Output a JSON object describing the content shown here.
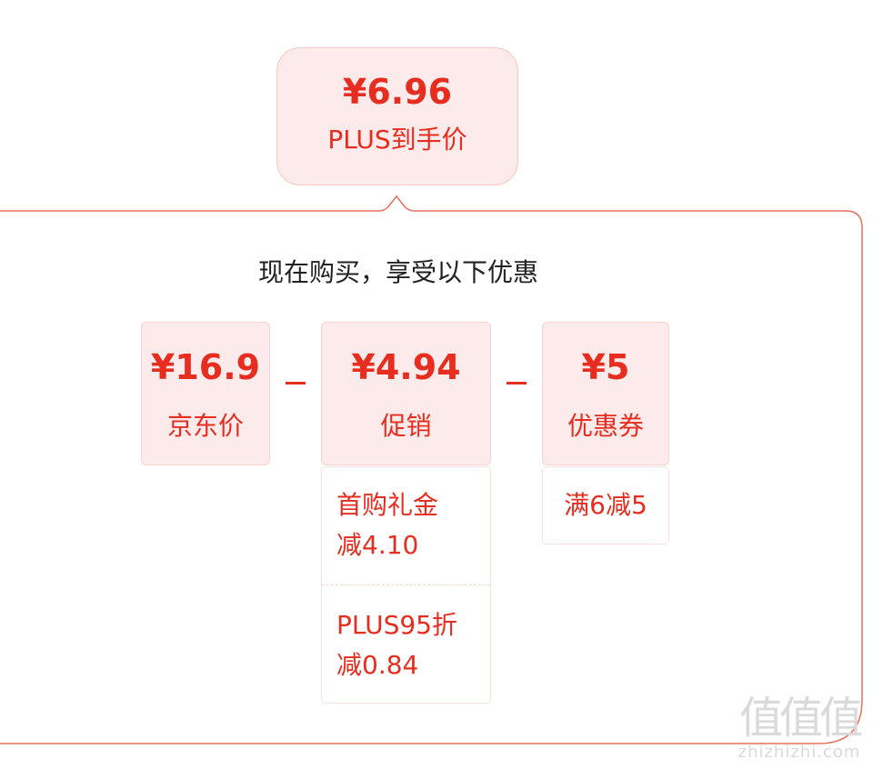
{
  "final": {
    "value": "¥6.96",
    "label": "PLUS到手价"
  },
  "headline": "现在购买，享受以下优惠",
  "breakdown": [
    {
      "value": "¥16.9",
      "label": "京东价"
    },
    {
      "value": "¥4.94",
      "label": "促销"
    },
    {
      "value": "¥5",
      "label": "优惠券"
    }
  ],
  "operators": [
    "_",
    "_"
  ],
  "promotions": [
    {
      "line1": "首购礼金",
      "line2": "减4.10"
    },
    {
      "line1": "PLUS95折",
      "line2": "减0.84"
    }
  ],
  "coupons": [
    {
      "line1": "满6减5"
    }
  ],
  "watermark": {
    "mark": "值值值",
    "text": "zhizhizhi.com"
  },
  "colors": {
    "accent": "#e62d1f",
    "box_bg": "#fdeaea",
    "box_border": "#f8d3cf",
    "outline": "#e8705f"
  }
}
